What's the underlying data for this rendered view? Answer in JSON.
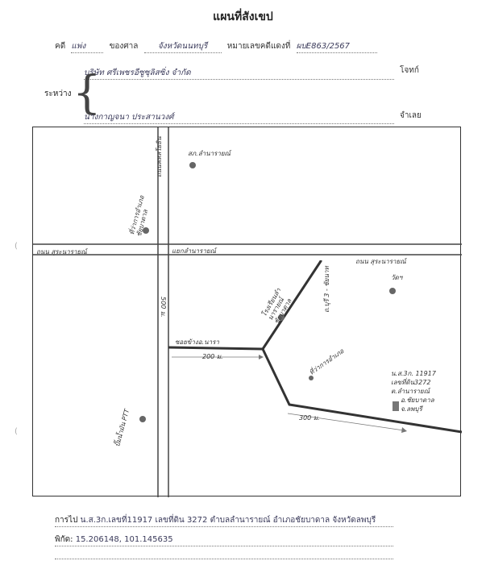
{
  "title": "แผนที่สังเขป",
  "case": {
    "case_label": "คดี",
    "case_type": "แพ่ง",
    "court_label": "ของศาล",
    "court_name": "จังหวัดนนทบุรี",
    "red_no_label": "หมายเลขคดีแดงที่",
    "red_no": "ผบE863/2567"
  },
  "parties": {
    "between_label": "ระหว่าง",
    "plaintiff": "บริษัท ศรีเพชรอีซูซุลิสซิ่ง จำกัด",
    "plaintiff_role": "โจทก์",
    "defendant": "นางกาญจนา ประสานวงศ์",
    "defendant_role": "จำเลย"
  },
  "map": {
    "labels": {
      "vertical_road": "ถนนพหลโยธิน",
      "police_station": "สภ.ลำนารายณ์",
      "district_office": "ที่ว่าการอำเภอชัยบาดาล",
      "horizontal_road_left": "ถนน สุระนารายณ์",
      "junction": "แยกลำนารายณ์",
      "horizontal_road_right": "ถนน สุระนารายณ์",
      "school": "โรงเรียนลำนารายณ์ ชัยบาดาล",
      "diagonal_road": "ถ.บุรี 3 - ชัยนาท",
      "town_office": "ที่ว่าการอำเภอ",
      "soi": "ซอยข้างอ.นารา",
      "distance_200": "200 ม.",
      "distance_300": "300 ม.",
      "distance_vertical": "500 ม.",
      "temple": "วัดฯ",
      "house_info_1": "น.ส.3ก. 11917",
      "house_info_2": "เลขที่ดิน3272",
      "house_info_3": "ต.ลำนารายณ์",
      "house_info_4": "อ.ชัยบาดาล",
      "house_info_5": "จ.ลพบุรี",
      "gas_station": "ปั๊มน้ำมัน PTT"
    }
  },
  "footer": {
    "directions_label": "การไป",
    "directions": "น.ส.3ก.เลขที่11917 เลขที่ดิน 3272 ตำบลลำนารายณ์ อำเภอชัยบาดาล จังหวัดลพบุรี",
    "coords_label": "พิกัด:",
    "coords": "15.206148, 101.145635"
  }
}
